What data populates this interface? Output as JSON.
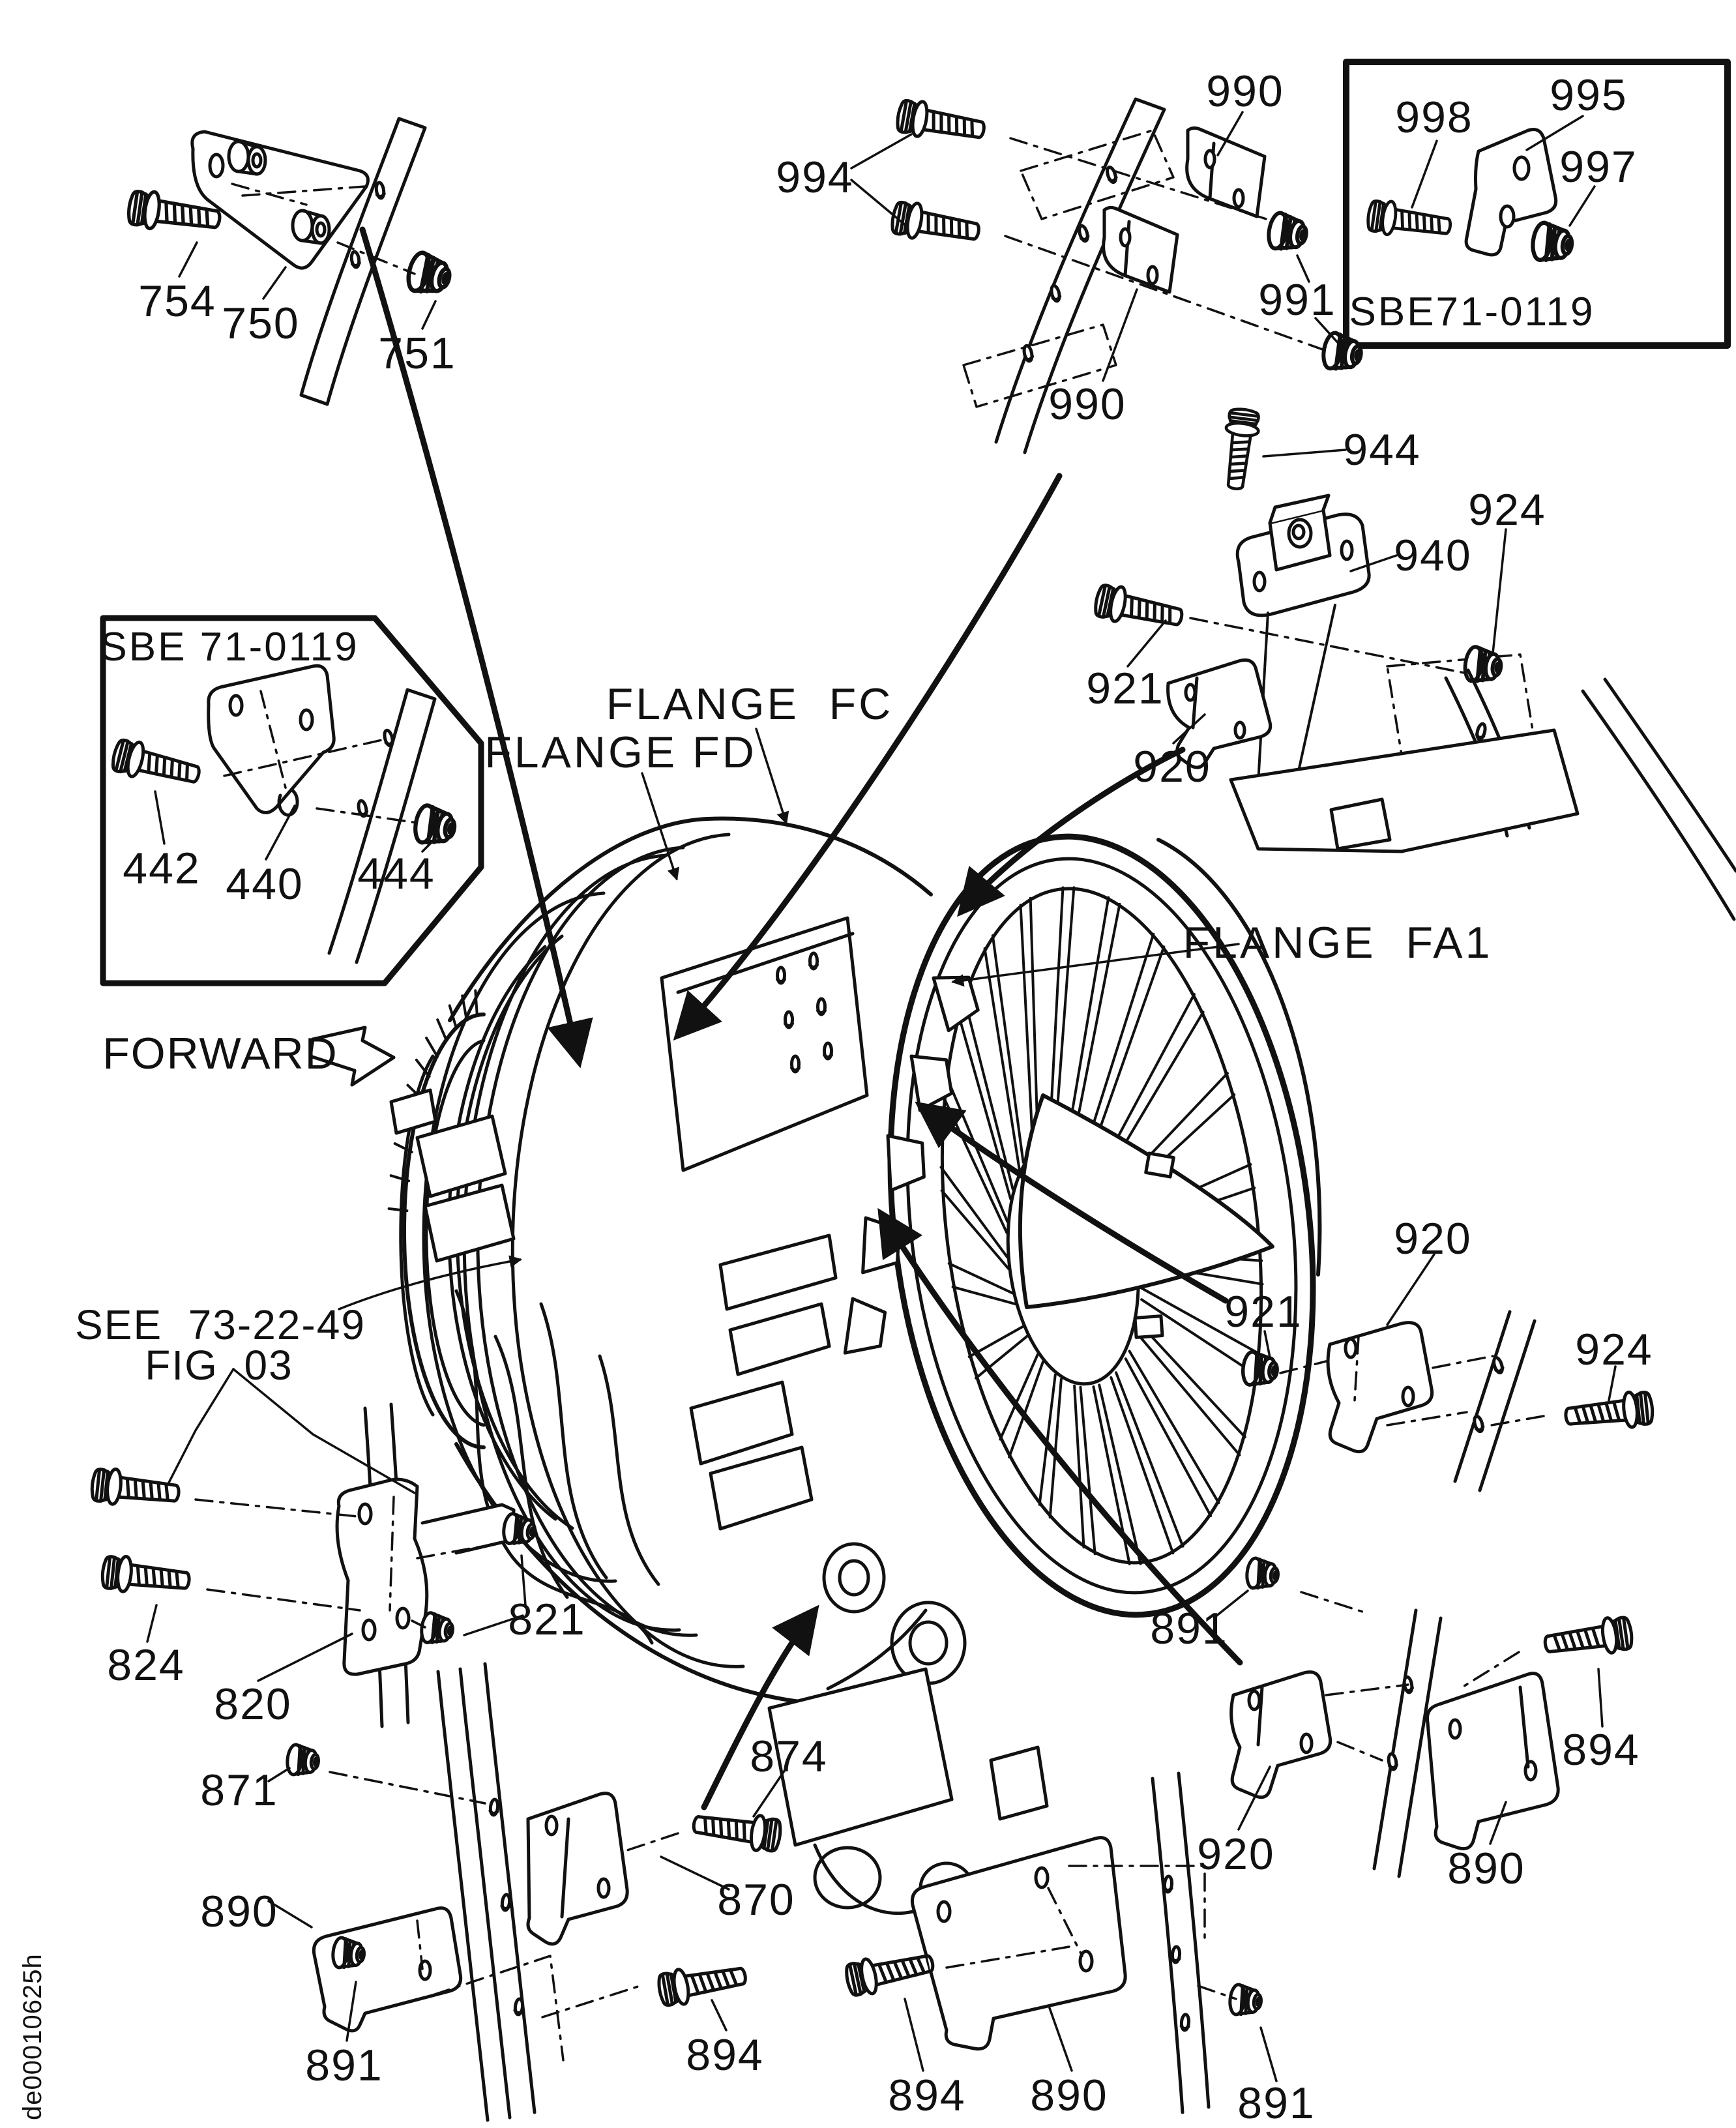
{
  "doc_code": "de00010625h",
  "direction": {
    "forward": "FORWARD"
  },
  "insets": {
    "left_box_title": "SBE 71-0119",
    "top_right_box_title": "SBE71-0119"
  },
  "flanges": {
    "fc": "FLANGE  FC",
    "fd": "FLANGE FD",
    "fa1": "FLANGE  FA1"
  },
  "reference": {
    "line1": "SEE  73-22-49",
    "line2": "FIG  03"
  },
  "callouts": {
    "c754": "754",
    "c750": "750",
    "c751": "751",
    "c994": "994",
    "c990_top": "990",
    "c991": "991",
    "c990_mid": "990",
    "c998": "998",
    "c995": "995",
    "c997": "997",
    "c944": "944",
    "c940": "940",
    "c921_top": "921",
    "c920_top": "920",
    "c924_top": "924",
    "c442": "442",
    "c440": "440",
    "c444": "444",
    "c920_rm": "920",
    "c921_rm": "921",
    "c924_rm": "924",
    "c824": "824",
    "c820": "820",
    "c821": "821",
    "c871": "871",
    "c890_bl": "890",
    "c891_bl": "891",
    "c894_bl": "894",
    "c874": "874",
    "c870": "870",
    "c894_bm": "894",
    "c890_bm": "890",
    "c891_bm": "891",
    "c891_br": "891",
    "c920_br": "920",
    "c890_br": "890",
    "c894_br": "894"
  },
  "parts": [
    {
      "number": "750",
      "kind": "bracket"
    },
    {
      "number": "751",
      "kind": "nut"
    },
    {
      "number": "754",
      "kind": "bolt"
    },
    {
      "number": "990",
      "kind": "bracket"
    },
    {
      "number": "991",
      "kind": "nut"
    },
    {
      "number": "994",
      "kind": "bolt"
    },
    {
      "number": "995",
      "kind": "bracket"
    },
    {
      "number": "997",
      "kind": "nut"
    },
    {
      "number": "998",
      "kind": "bolt"
    },
    {
      "number": "940",
      "kind": "bracket"
    },
    {
      "number": "944",
      "kind": "bolt"
    },
    {
      "number": "920",
      "kind": "bracket"
    },
    {
      "number": "921",
      "kind": "nut-or-bolt"
    },
    {
      "number": "924",
      "kind": "fastener"
    },
    {
      "number": "440",
      "kind": "bracket"
    },
    {
      "number": "442",
      "kind": "bolt"
    },
    {
      "number": "444",
      "kind": "nut"
    },
    {
      "number": "820",
      "kind": "bracket"
    },
    {
      "number": "821",
      "kind": "nut"
    },
    {
      "number": "824",
      "kind": "bolt"
    },
    {
      "number": "870",
      "kind": "bracket"
    },
    {
      "number": "871",
      "kind": "nut"
    },
    {
      "number": "874",
      "kind": "bolt"
    },
    {
      "number": "890",
      "kind": "bracket"
    },
    {
      "number": "891",
      "kind": "nut"
    },
    {
      "number": "894",
      "kind": "bolt"
    }
  ]
}
